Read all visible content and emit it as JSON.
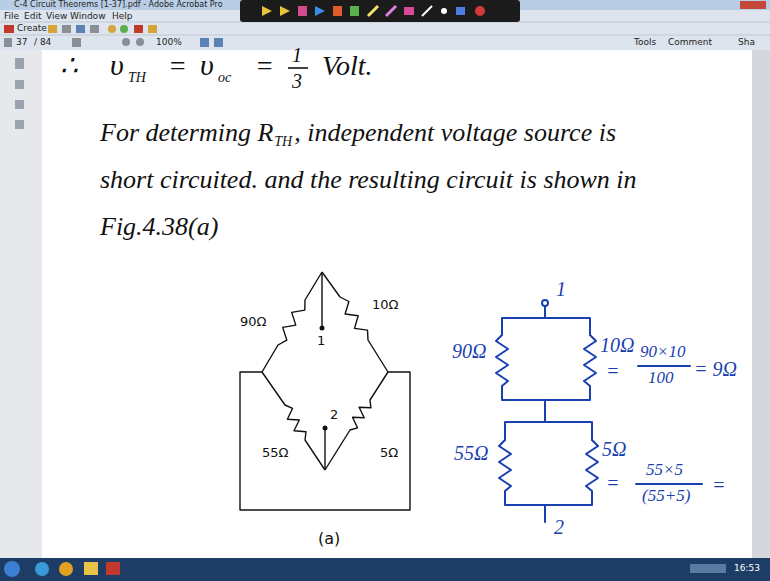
{
  "diagram": {
    "title": "C-4 Circuit Theorems [1-37].pdf - Adobe Acrobat Pro",
    "labels": [
      "File",
      "Edit",
      "View",
      "Window",
      "Help",
      "Create",
      "37",
      "/ 84",
      "100%",
      "Tools",
      "Comment",
      "Sha",
      "16:53",
      "∴",
      "υ",
      "TH",
      "=",
      "υ",
      "oc",
      "=",
      "1",
      "3",
      "Volt.",
      "For determing R",
      "TH",
      ", independent voltage source is",
      "short circuited. and the resulting circuit is shown in",
      "Fig.4.38(a)",
      "90Ω",
      "10Ω",
      "1",
      "55Ω",
      "2",
      "5Ω",
      "(a)",
      "1",
      "90Ω",
      "10Ω",
      "=",
      "90×10",
      "100",
      "= 9Ω",
      "55Ω",
      "5Ω",
      "=",
      "55×5",
      "(55+5)",
      "=",
      "2"
    ]
  }
}
